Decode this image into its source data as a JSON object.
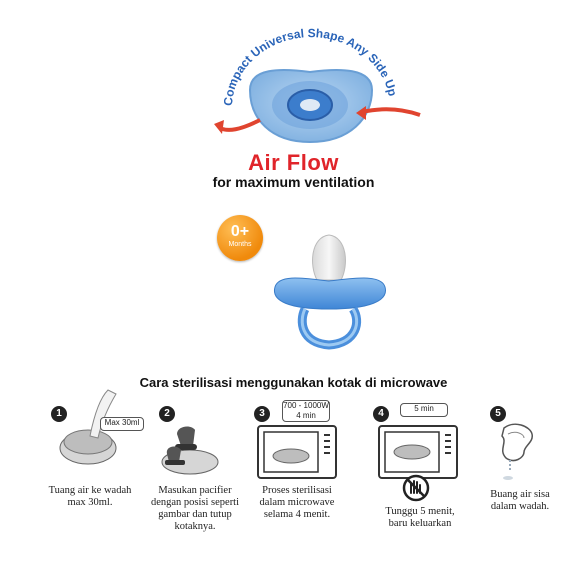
{
  "top": {
    "curved_text": "Compact Universal Shape Any Side Up",
    "title": "Air Flow",
    "subtitle": "for maximum ventilation"
  },
  "badge": {
    "big": "0+",
    "small": "Months"
  },
  "section_title": "Cara sterilisasi menggunakan kotak di microwave",
  "steps": [
    {
      "num": "1",
      "callout": "Max 30ml",
      "caption": [
        "Tuang air ke wadah",
        "max 30ml."
      ]
    },
    {
      "num": "2",
      "caption": [
        "Masukan pacifier",
        "dengan posisi seperti",
        "gambar dan tutup",
        "kotaknya."
      ]
    },
    {
      "num": "3",
      "callout": [
        "700 - 1000W",
        "4 min"
      ],
      "caption": [
        "Proses sterilisasi",
        "dalam microwave",
        "selama 4 menit."
      ]
    },
    {
      "num": "4",
      "callout": "5 min",
      "caption": [
        "Tunggu 5 menit,",
        "baru keluarkan"
      ]
    },
    {
      "num": "5",
      "caption": [
        "Buang air sisa",
        "dalam wadah."
      ]
    }
  ],
  "colors": {
    "accent_red": "#e0242a",
    "blue": "#5b9be0",
    "orange": "#f08a0c"
  }
}
